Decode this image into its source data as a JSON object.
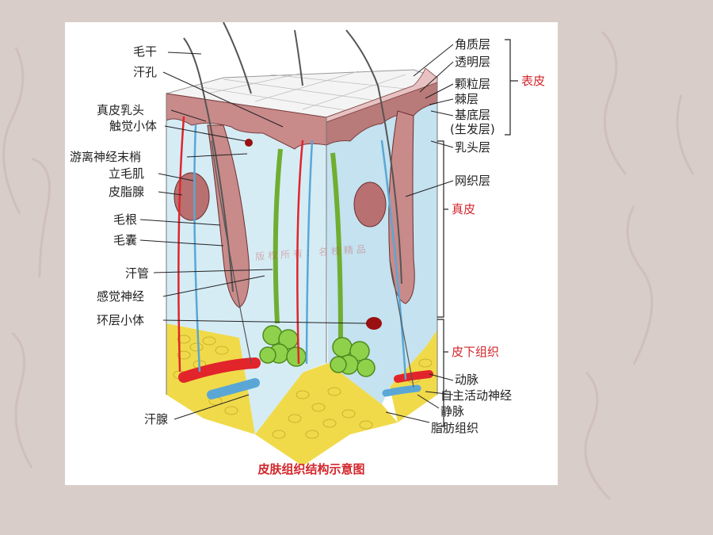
{
  "diagram": {
    "caption": "皮肤组织结构示意图",
    "watermark": "版权所有：名校精品",
    "left_labels": [
      "毛干",
      "汗孔",
      "真皮乳头",
      "触觉小体",
      "游离神经末梢",
      "立毛肌",
      "皮脂腺",
      "毛根",
      "毛囊",
      "汗管",
      "感觉神经",
      "环层小体",
      "汗腺"
    ],
    "right_labels": [
      "角质层",
      "透明层",
      "颗粒层",
      "棘层",
      "基底层",
      "(生发层)",
      "乳头层",
      "网织层",
      "动脉",
      "自主活动神经",
      "静脉",
      "脂肪组织"
    ],
    "groups": [
      "表皮",
      "真皮",
      "皮下组织"
    ],
    "colors": {
      "artery": "#e2242b",
      "vein": "#5aa7d6",
      "gland": "#8fd14b",
      "fat": "#f0da4a",
      "epidermis": "#c98a8a",
      "dermis": "#d5ecf5",
      "accent": "#d2262b"
    }
  }
}
